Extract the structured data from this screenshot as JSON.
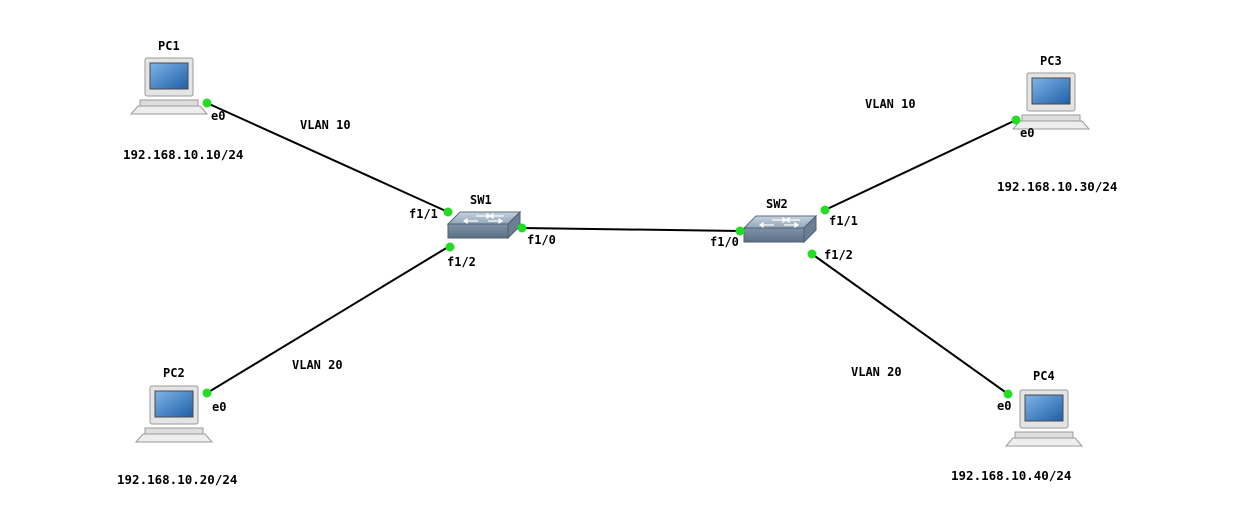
{
  "colors": {
    "link": "#000000",
    "port_dot": "#22dd22",
    "background": "#ffffff"
  },
  "nodes": {
    "pc1": {
      "name": "PC1",
      "ip": "192.168.10.10/24",
      "icon": "computer-icon"
    },
    "pc2": {
      "name": "PC2",
      "ip": "192.168.10.20/24",
      "icon": "computer-icon"
    },
    "pc3": {
      "name": "PC3",
      "ip": "192.168.10.30/24",
      "icon": "computer-icon"
    },
    "pc4": {
      "name": "PC4",
      "ip": "192.168.10.40/24",
      "icon": "computer-icon"
    },
    "sw1": {
      "name": "SW1",
      "icon": "switch-icon"
    },
    "sw2": {
      "name": "SW2",
      "icon": "switch-icon"
    }
  },
  "links": {
    "pc1_sw1": {
      "a_port": "e0",
      "b_port": "f1/1",
      "vlan": "VLAN 10"
    },
    "pc2_sw1": {
      "a_port": "e0",
      "b_port": "f1/2",
      "vlan": "VLAN 20"
    },
    "sw1_sw2": {
      "a_port": "f1/0",
      "b_port": "f1/0"
    },
    "pc3_sw2": {
      "a_port": "e0",
      "b_port": "f1/1",
      "vlan": "VLAN 10"
    },
    "pc4_sw2": {
      "a_port": "e0",
      "b_port": "f1/2",
      "vlan": "VLAN 20"
    }
  }
}
